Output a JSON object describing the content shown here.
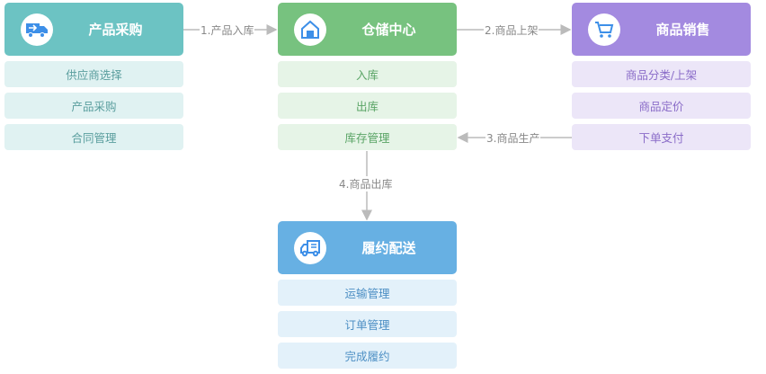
{
  "groups": [
    {
      "title": "产品采购",
      "icon": "truck-arrow-icon",
      "color": "#6cc3c3",
      "items": [
        "供应商选择",
        "产品采购",
        "合同管理"
      ]
    },
    {
      "title": "仓储中心",
      "icon": "warehouse-icon",
      "color": "#77c27f",
      "items": [
        "入库",
        "出库",
        "库存管理"
      ]
    },
    {
      "title": "商品销售",
      "icon": "shopping-cart-icon",
      "color": "#a38ae0",
      "items": [
        "商品分类/上架",
        "商品定价",
        "下单支付"
      ]
    },
    {
      "title": "履约配送",
      "icon": "delivery-truck-icon",
      "color": "#67b0e3",
      "items": [
        "运输管理",
        "订单管理",
        "完成履约"
      ]
    }
  ],
  "edges": [
    "1.产品入库",
    "2.商品上架",
    "3.商品生产",
    "4.商品出库"
  ]
}
